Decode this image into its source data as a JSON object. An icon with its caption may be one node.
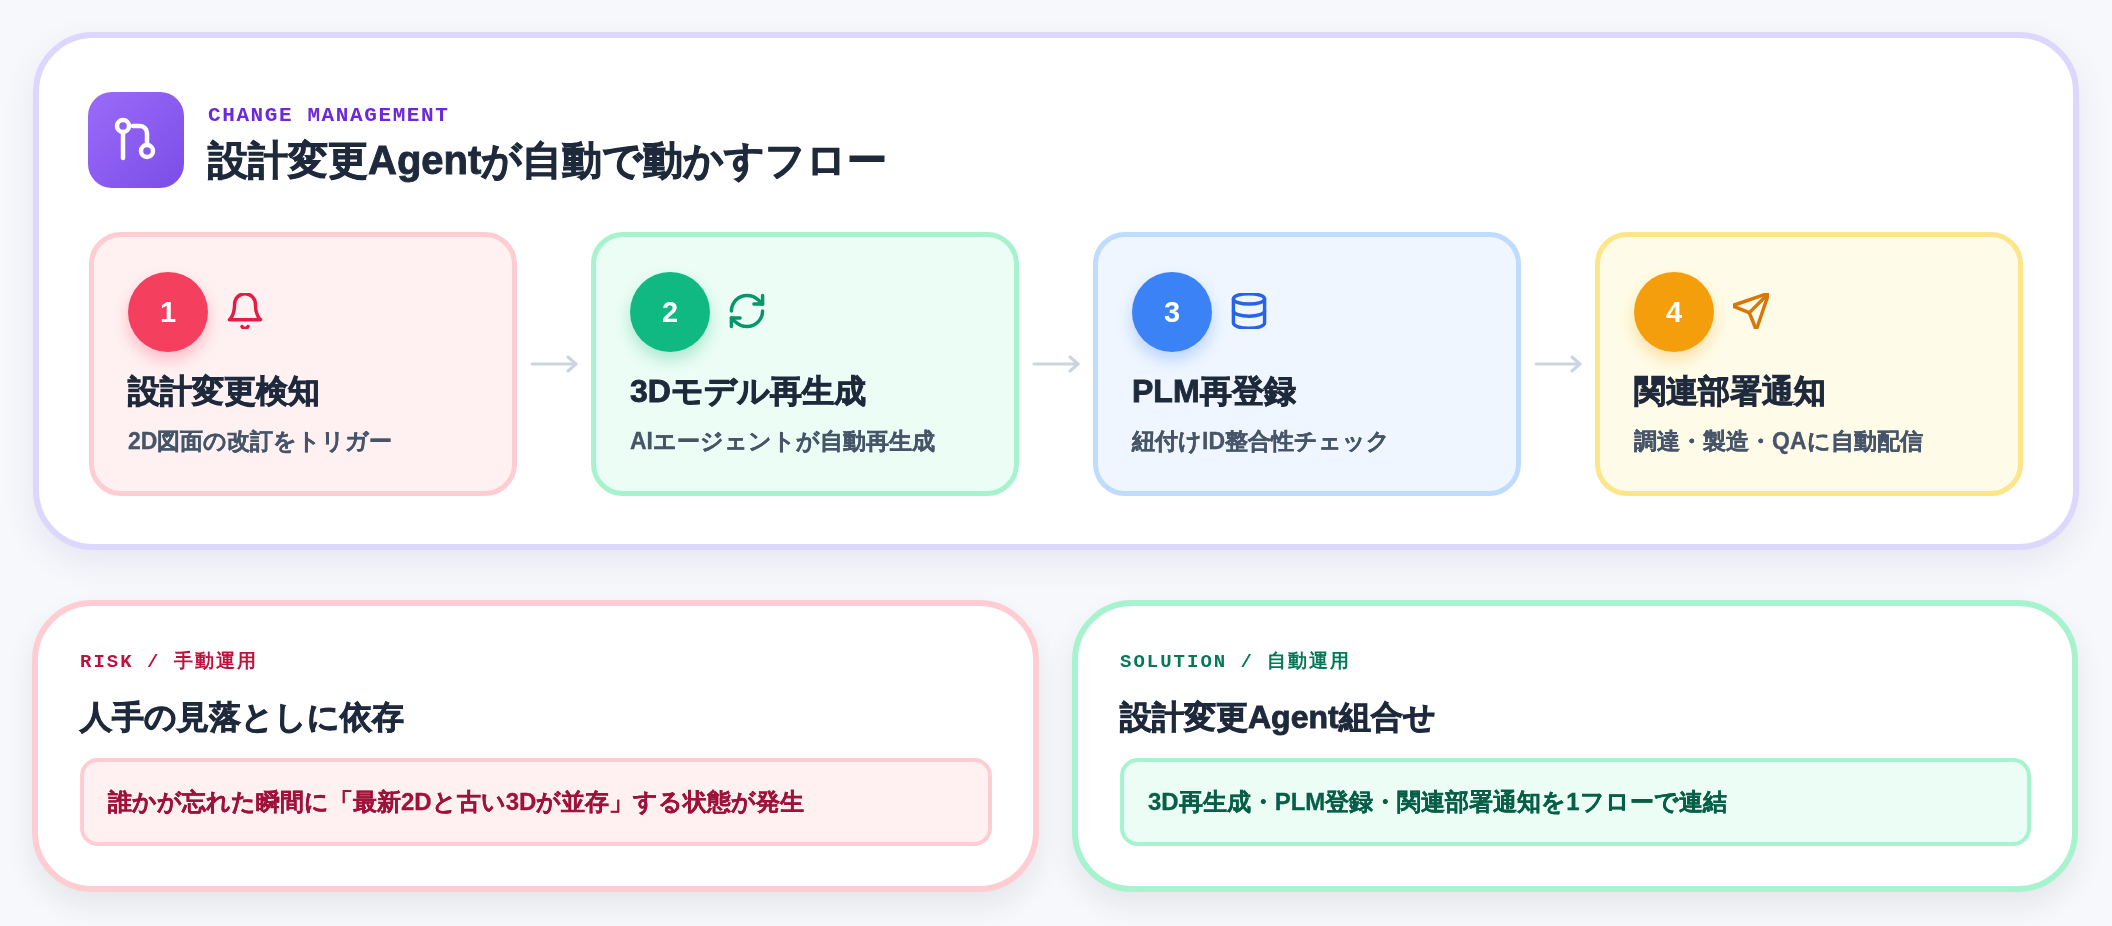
{
  "diagram": {
    "nodes": [
      {
        "text": [
          "CHANGE MANAGEMENT",
          "設計変更Agentが自動で動かすフロー"
        ]
      },
      {
        "text": [
          "設計変更検知",
          "2D図面の改訂をトリガー"
        ],
        "in": 0
      },
      {
        "text": [
          "1"
        ],
        "in": 1
      },
      {
        "text": [
          "3Dモデル再生成",
          "AIエージェントが自動再生成"
        ],
        "in": 0
      },
      {
        "text": [
          "2"
        ],
        "in": 3
      },
      {
        "text": [
          "PLM再登録",
          "紐付けID整合性チェック"
        ],
        "in": 0
      },
      {
        "text": [
          "3"
        ],
        "in": 5
      },
      {
        "text": [
          "関連部署通知",
          "調達・製造・QAに自動配信"
        ],
        "in": 0
      },
      {
        "text": [
          "4"
        ],
        "in": 7
      },
      {
        "text": [
          "RISK / 手動運用",
          "人手の見落としに依存"
        ]
      },
      {
        "text": [
          "誰かが忘れた瞬間に「最新2Dと古い3Dが並存」する状態が発生"
        ],
        "in": 9
      },
      {
        "text": [
          "SOLUTION / 自動運用",
          "設計変更Agent組合せ"
        ]
      },
      {
        "text": [
          "3D再生成・PLM登録・関連部署通知を1フローで連結"
        ],
        "in": 11
      }
    ],
    "edges": [
      {
        "from": 1,
        "to": 3,
        "arrow": "to"
      },
      {
        "from": 3,
        "to": 5,
        "arrow": "to"
      },
      {
        "from": 5,
        "to": 7,
        "arrow": "to"
      }
    ]
  }
}
